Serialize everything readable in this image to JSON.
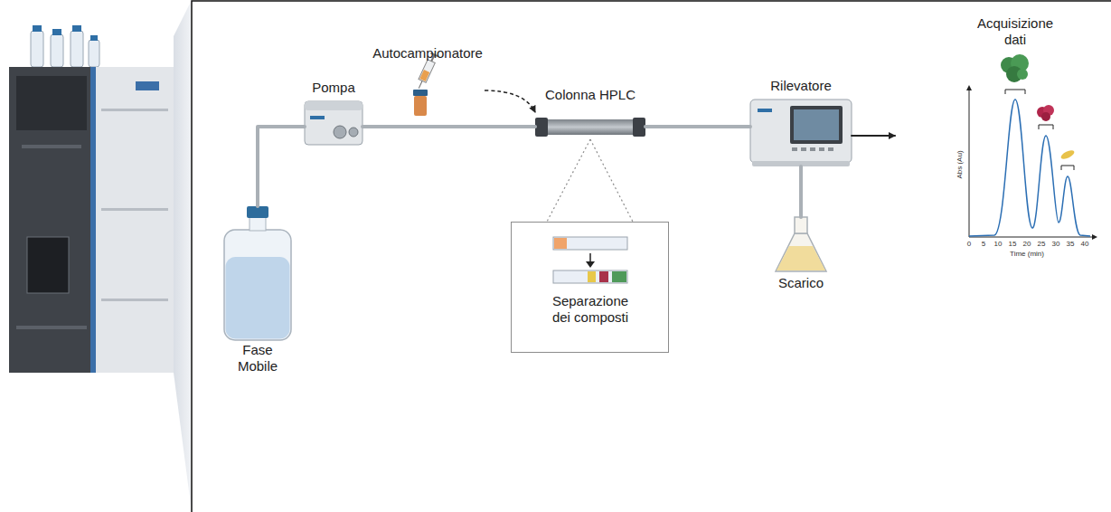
{
  "diagram": {
    "nodes": [
      {
        "text": [
          "Fase Mobile"
        ]
      },
      {
        "text": [
          "Pompa"
        ]
      },
      {
        "text": [
          "Autocampionatore"
        ]
      },
      {
        "text": [
          "Colonna HPLC"
        ]
      },
      {
        "text": [
          "Separazione dei composti"
        ]
      },
      {
        "text": [
          "Rilevatore"
        ]
      },
      {
        "text": [
          "Scarico"
        ]
      },
      {
        "text": [
          "Acquisizione dati"
        ]
      }
    ],
    "edges": [
      {
        "from": 0,
        "to": 1,
        "arrow": "none"
      },
      {
        "from": 1,
        "to": 3,
        "arrow": "none"
      },
      {
        "from": 2,
        "to": 3,
        "arrow": "to"
      },
      {
        "from": 3,
        "to": 4,
        "arrow": "none"
      },
      {
        "from": 3,
        "to": 5,
        "arrow": "none"
      },
      {
        "from": 5,
        "to": 6,
        "arrow": "none"
      },
      {
        "from": 5,
        "to": 7,
        "arrow": "to"
      }
    ],
    "labels": [
      "Abs (Au)",
      "Time (min)",
      "0",
      "5",
      "10",
      "15",
      "20",
      "25",
      "30",
      "35",
      "40"
    ]
  }
}
